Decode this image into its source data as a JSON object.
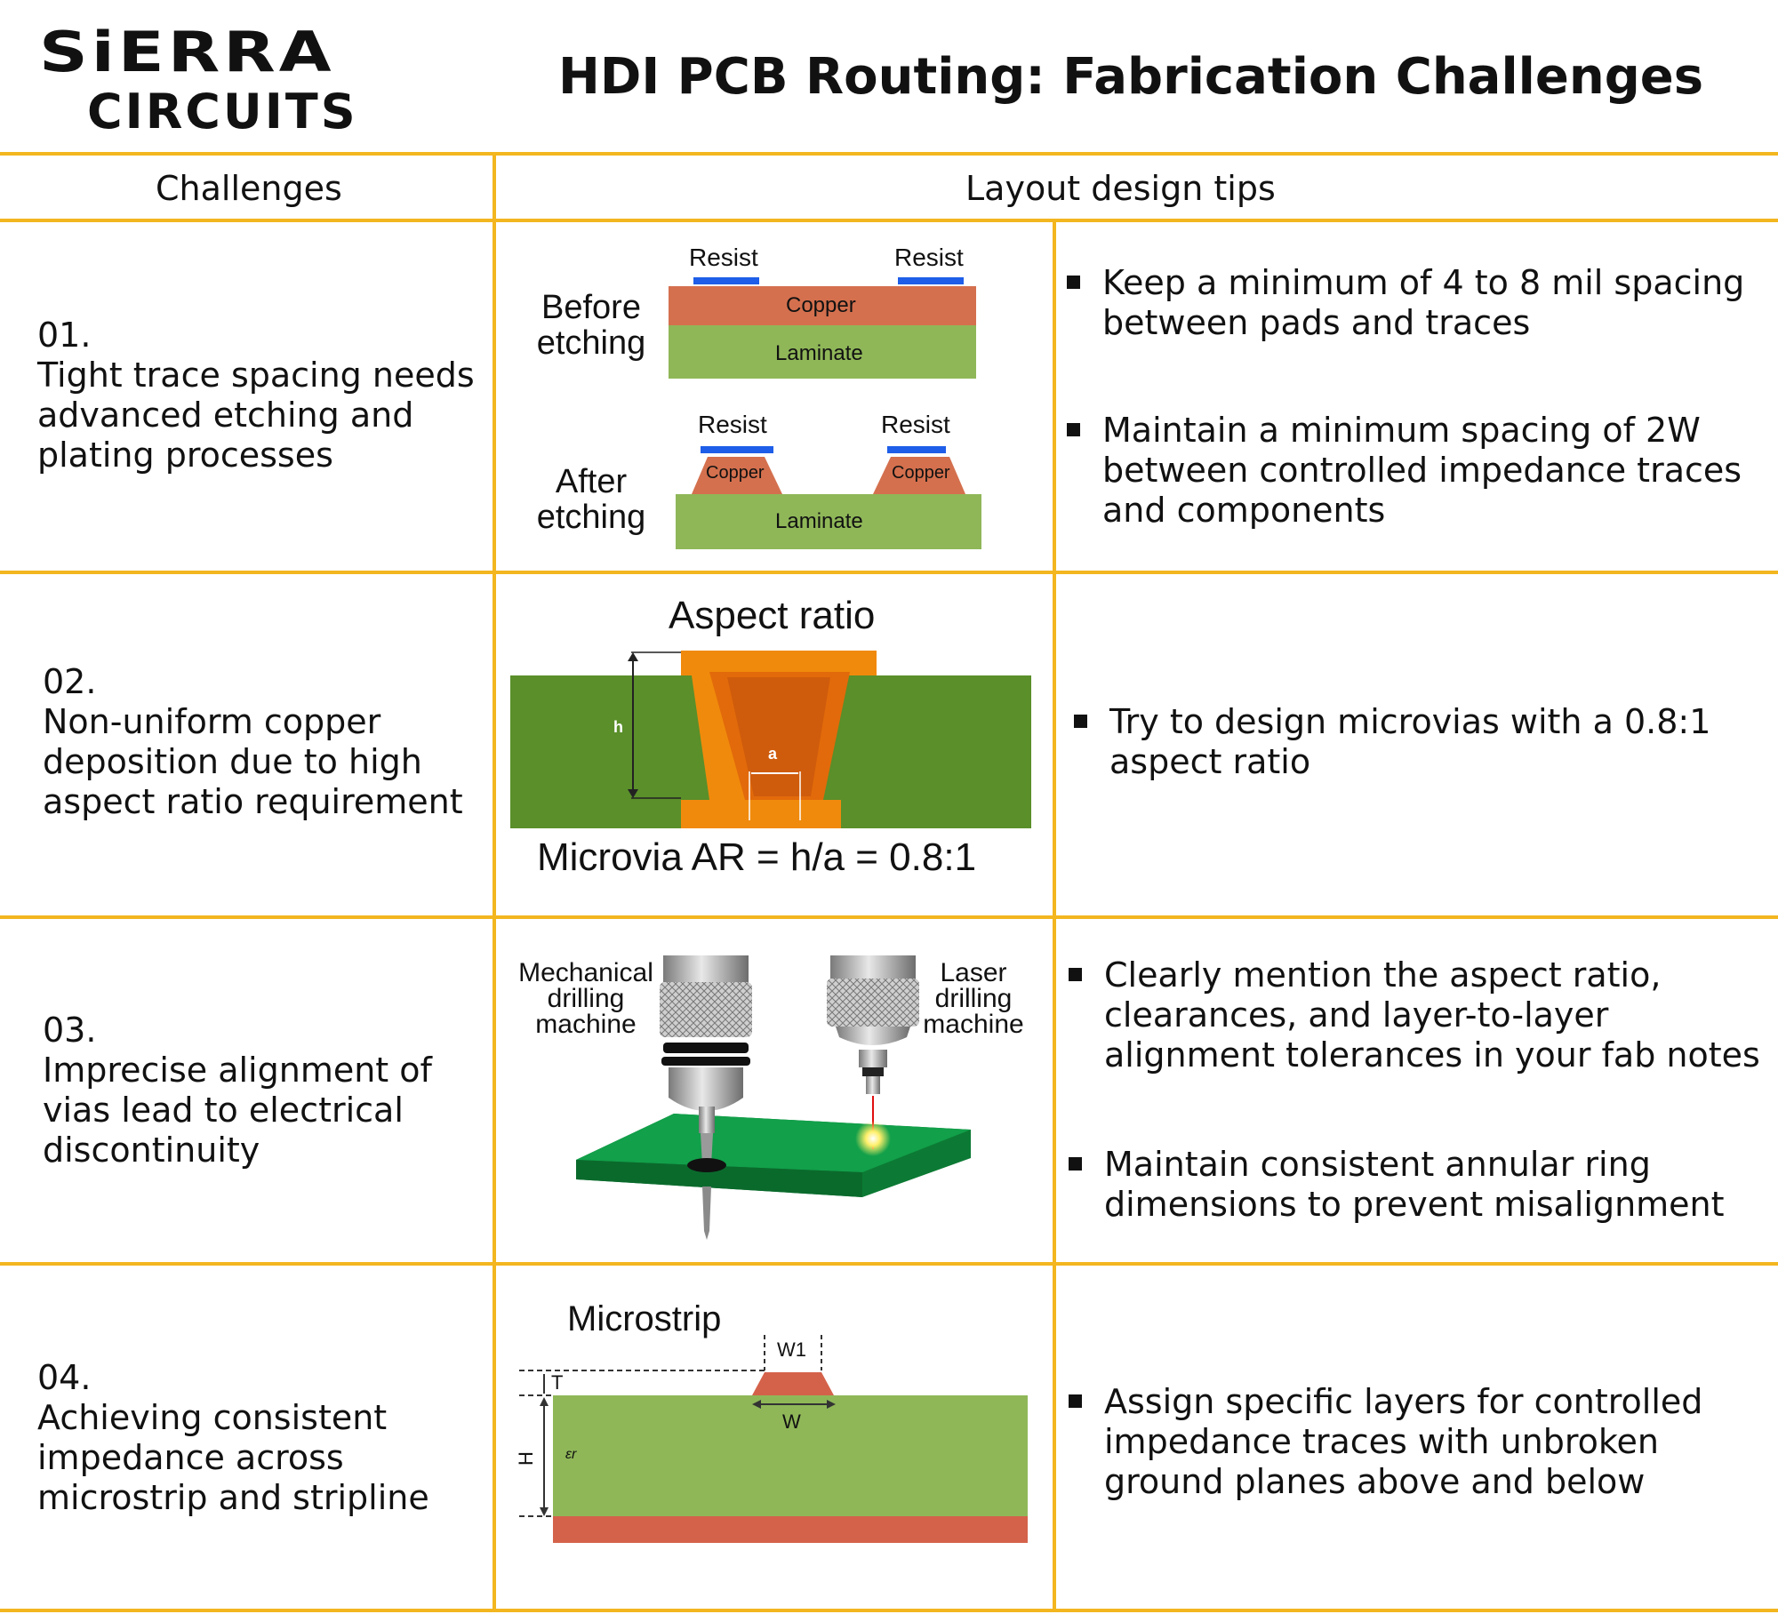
{
  "header": {
    "logo_line1": "SiERRA",
    "logo_line2": "CIRCUITS",
    "title": "HDI PCB Routing: Fabrication Challenges"
  },
  "columns": {
    "challenges": "Challenges",
    "tips": "Layout design tips"
  },
  "rows": [
    {
      "number": "01.",
      "challenge": "Tight trace spacing needs advanced etching and plating processes",
      "tips": [
        "Keep a minimum of 4 to 8 mil spacing between pads and traces",
        "Maintain a minimum spacing of 2W between controlled impedance traces and components"
      ]
    },
    {
      "number": "02.",
      "challenge": "Non-uniform copper deposition due to high aspect ratio requirement",
      "tips": [
        "Try to design microvias with a 0.8:1 aspect ratio"
      ]
    },
    {
      "number": "03.",
      "challenge": "Imprecise alignment of vias lead to electrical discontinuity",
      "tips": [
        "Clearly mention the aspect ratio, clearances, and layer-to-layer alignment tolerances in your fab notes",
        "Maintain consistent annular ring dimensions to prevent misalignment"
      ]
    },
    {
      "number": "04.",
      "challenge": "Achieving consistent impedance across microstrip and stripline",
      "tips": [
        "Assign specific layers for controlled impedance traces with unbroken ground planes above and below"
      ]
    }
  ],
  "diagram1": {
    "before_line1": "Before",
    "before_line2": "etching",
    "after_line1": "After",
    "after_line2": "etching",
    "resist": "Resist",
    "copper": "Copper",
    "laminate": "Laminate"
  },
  "diagram2": {
    "title": "Aspect ratio",
    "h": "h",
    "a": "a",
    "formula": "Microvia AR = h/a = 0.8:1"
  },
  "diagram3": {
    "mech_line1": "Mechanical",
    "mech_line2": "drilling",
    "mech_line3": "machine",
    "laser_line1": "Laser",
    "laser_line2": "drilling",
    "laser_line3": "machine"
  },
  "diagram4": {
    "title": "Microstrip",
    "w1": "W1",
    "w": "W",
    "t": "T",
    "h": "H",
    "er": "εr"
  },
  "colors": {
    "grid": "#f3b61f",
    "resist": "#1e5ee8",
    "copper": "#d4704e",
    "laminate": "#8fb758",
    "pcb_green": "#5a8f2a",
    "via_orange": "#f08a0c",
    "board_green": "#0f8a3a"
  }
}
